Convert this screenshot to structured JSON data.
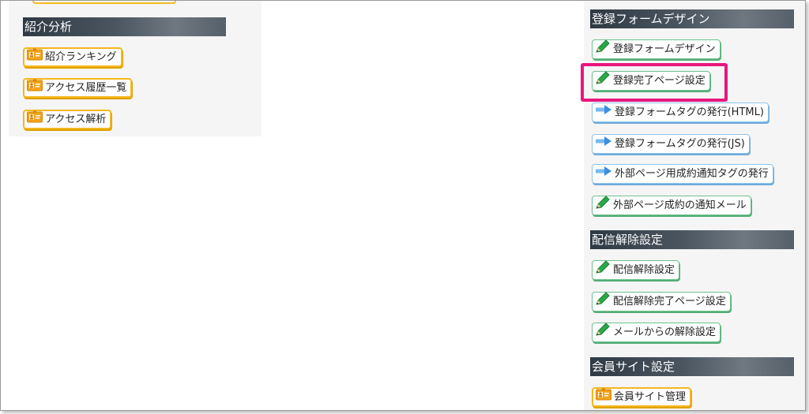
{
  "left": {
    "section_title": "紹介分析",
    "buttons": [
      {
        "label": "紹介ランキング",
        "icon": "member-card-icon"
      },
      {
        "label": "アクセス履歴一覧",
        "icon": "member-card-icon"
      },
      {
        "label": "アクセス解析",
        "icon": "member-card-icon"
      }
    ]
  },
  "right": {
    "form_design": {
      "title": "登録フォームデザイン",
      "buttons": [
        {
          "label": "登録フォームデザイン",
          "icon": "pencil-icon"
        },
        {
          "label": "登録完了ページ設定",
          "icon": "pencil-icon"
        },
        {
          "label": "登録フォームタグの発行(HTML)",
          "icon": "arrow-right-icon"
        },
        {
          "label": "登録フォームタグの発行(JS)",
          "icon": "arrow-right-icon"
        },
        {
          "label": "外部ページ用成約通知タグの発行",
          "icon": "arrow-right-icon"
        },
        {
          "label": "外部ページ成約の通知メール",
          "icon": "pencil-icon"
        }
      ]
    },
    "unsubscribe": {
      "title": "配信解除設定",
      "buttons": [
        {
          "label": "配信解除設定",
          "icon": "pencil-icon"
        },
        {
          "label": "配信解除完了ページ設定",
          "icon": "pencil-icon"
        },
        {
          "label": "メールからの解除設定",
          "icon": "pencil-icon"
        }
      ]
    },
    "member_site": {
      "title": "会員サイト設定",
      "buttons": [
        {
          "label": "会員サイト管理",
          "icon": "member-card-icon"
        }
      ]
    }
  },
  "colors": {
    "header_dark": "#2f3a45",
    "orange_border": "#f4b81d",
    "green_border": "#6dc28f",
    "blue_border": "#8fc3ea",
    "highlight": "#e8177d",
    "panel_bg": "#f5f5f5"
  }
}
